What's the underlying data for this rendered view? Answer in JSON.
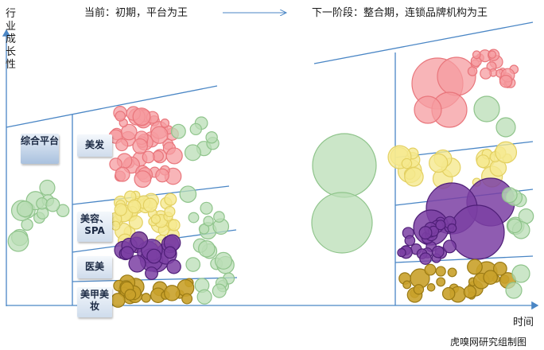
{
  "y_axis_label": "行业成长性",
  "x_axis_label": "时间",
  "stage_current": "当前：初期，平台为王",
  "stage_next": "下一阶段：整合期，连锁品牌机构为王",
  "platform_label": "综合平台",
  "segments": [
    {
      "label": "美发"
    },
    {
      "label": "美容、SPA"
    },
    {
      "label": "医美"
    },
    {
      "label": "美甲美妆"
    }
  ],
  "source": "虎嗅网研究组制图",
  "colors": {
    "axis": "#4a86c5",
    "green": "#b9deb6",
    "pink": "#f59ca0",
    "yellow": "#f5e98f",
    "purple": "#7b3fa3",
    "gold": "#c9a12a"
  }
}
